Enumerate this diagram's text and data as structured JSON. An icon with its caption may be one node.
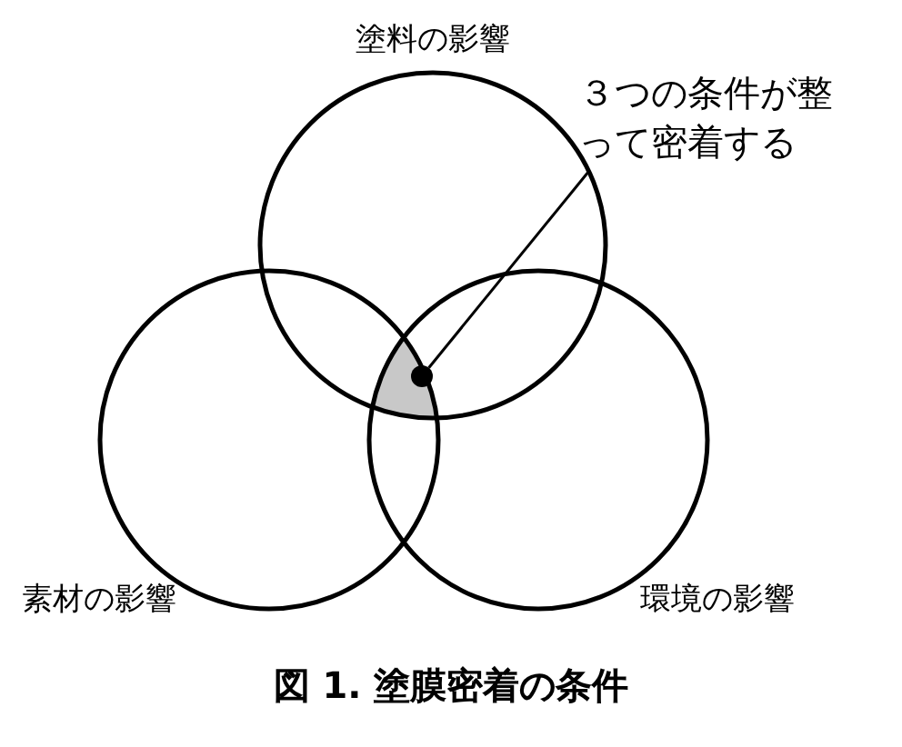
{
  "diagram": {
    "caption": "図 1.  塗膜密着の条件",
    "nodes": [
      {
        "text": [
          "塗料の影響"
        ]
      },
      {
        "text": [
          "素材の影響"
        ]
      },
      {
        "text": [
          "環境の影響"
        ]
      },
      {
        "text": [
          "３つの条件が整って密着する"
        ]
      },
      {
        "text": [],
        "shape": "circle"
      }
    ],
    "edges": [
      {
        "from": 3,
        "to": 4,
        "arrow": "none"
      }
    ]
  }
}
